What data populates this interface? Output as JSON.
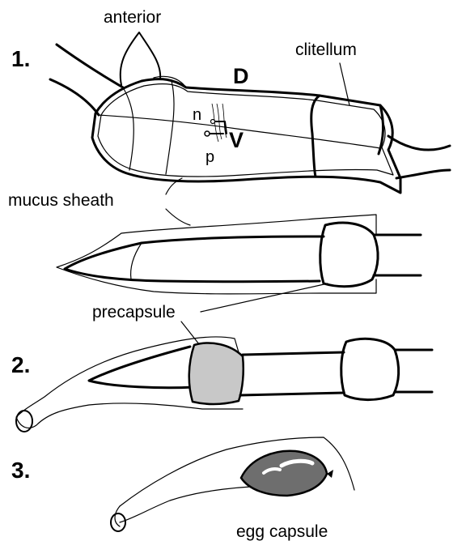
{
  "figure": {
    "stages": [
      "1.",
      "2.",
      "3."
    ],
    "labels": {
      "anterior": "anterior",
      "clitellum": "clitellum",
      "dorsal": "D",
      "ventral": "V",
      "nephridiopore": "n",
      "pore": "p",
      "mucus_sheath": "mucus sheath",
      "precapsule": "precapsule",
      "egg_capsule": "egg capsule"
    },
    "colors": {
      "line": "#000000",
      "precapsule_fill": "#c8c8c8",
      "egg_capsule_fill": "#6e6e6e",
      "egg_highlight": "#ffffff"
    }
  }
}
